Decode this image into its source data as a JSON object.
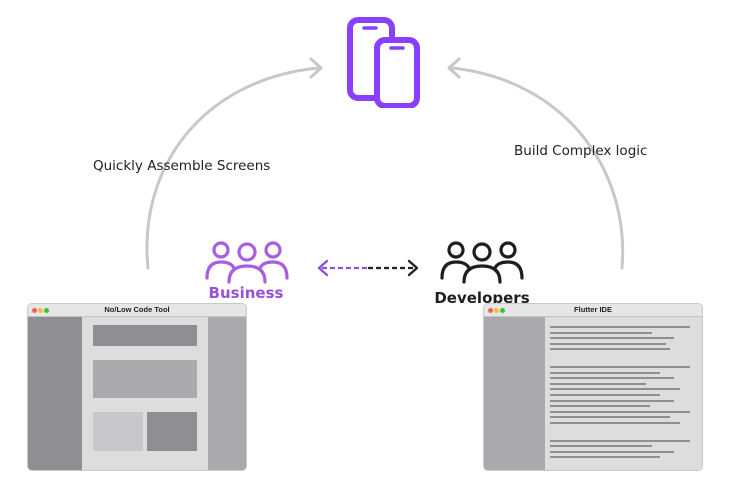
{
  "flows": {
    "left_label": "Quickly Assemble Screens",
    "right_label": "Build Complex logic"
  },
  "groups": {
    "business": {
      "label": "Business",
      "color": "#9b4fd6"
    },
    "developers": {
      "label": "Developers",
      "color": "#1e1e1e"
    }
  },
  "windows": {
    "nocode": {
      "title": "No/Low Code Tool"
    },
    "ide": {
      "title": "Flutter IDE"
    }
  },
  "colors": {
    "accent_purple": "#8a3ffc",
    "arc_gray": "#c8c8c8"
  },
  "icons": {
    "top": "mobile-devices-icon",
    "business": "people-group-icon",
    "developers": "people-group-icon"
  }
}
